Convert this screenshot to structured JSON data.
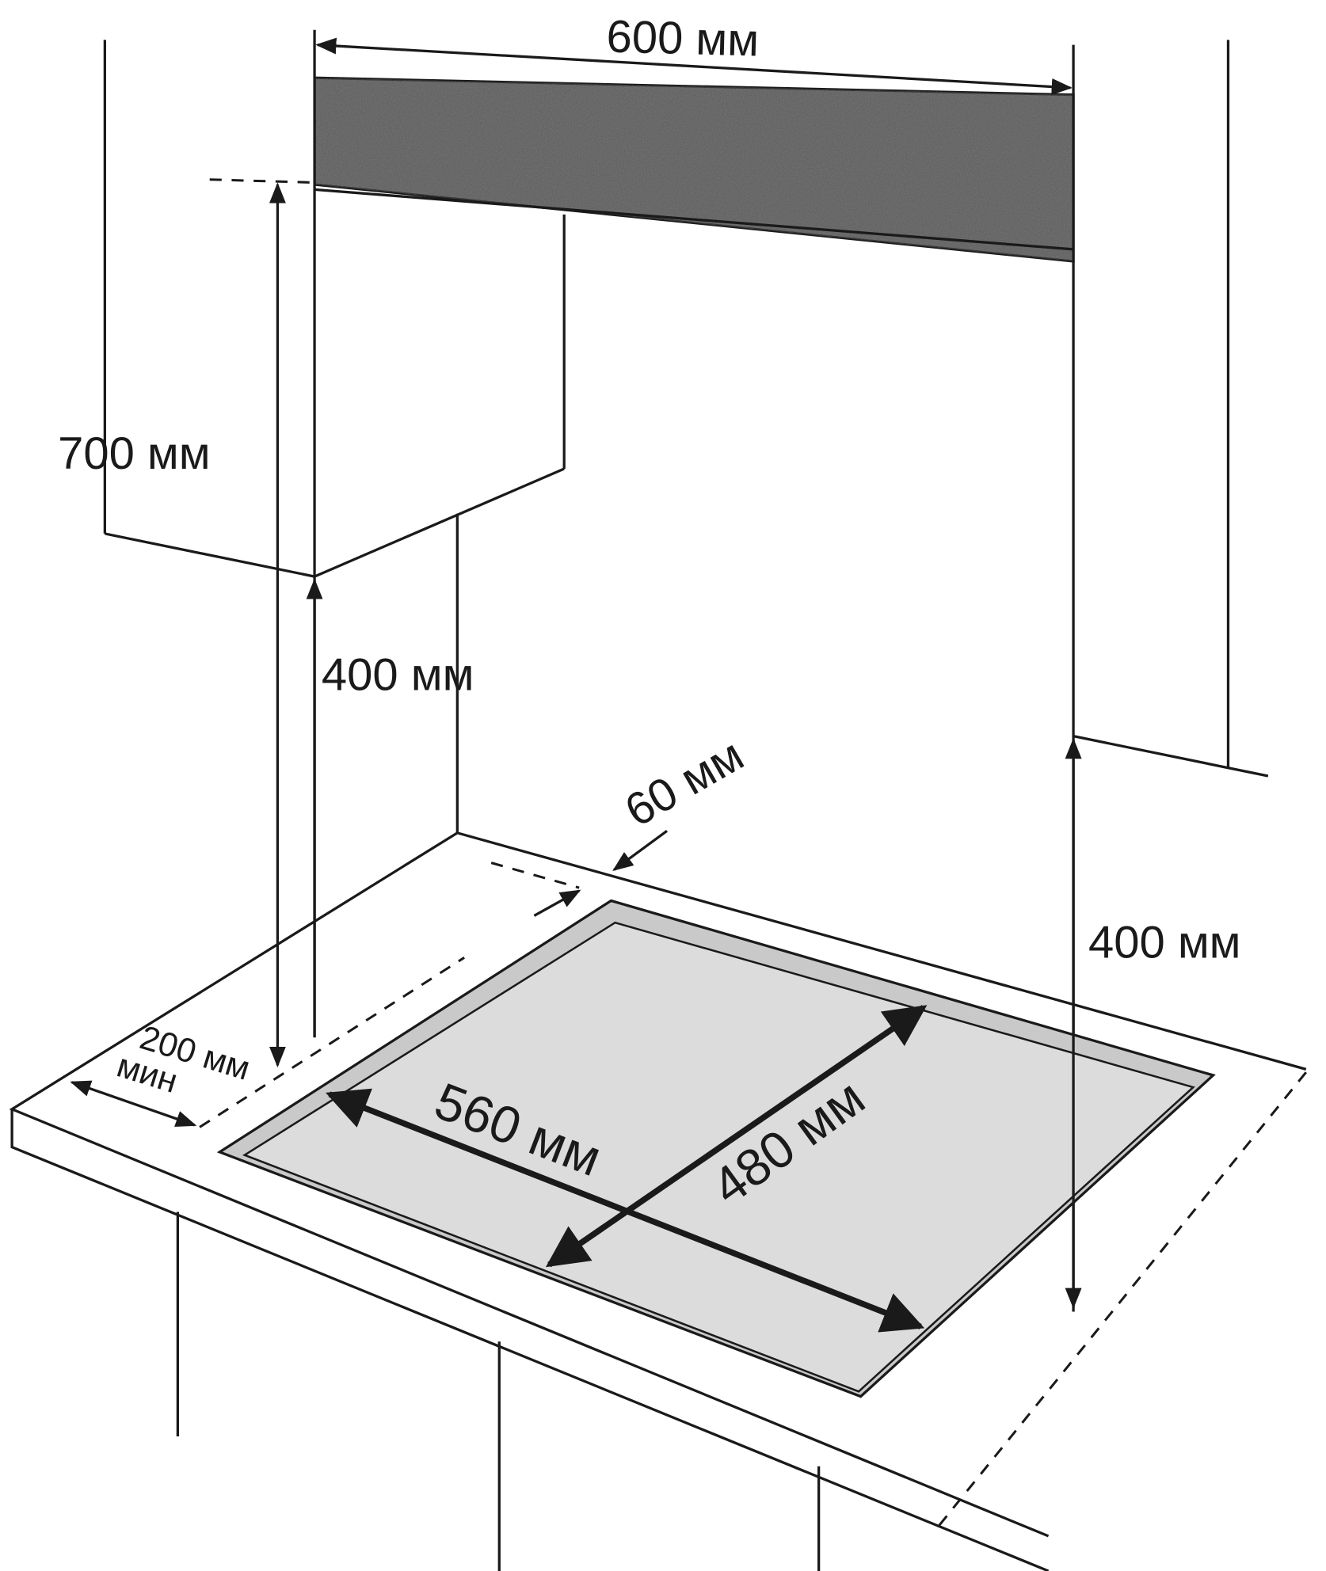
{
  "labels": {
    "hood_width": "600 мм",
    "hood_height": "700 мм",
    "cabinet_left_clearance": "400 мм",
    "cabinet_right_clearance": "400 мм",
    "back_distance": "60 мм",
    "side_distance": "200 мм",
    "side_distance_note": "мин",
    "cutout_width": "560 мм",
    "cutout_depth": "480 мм"
  },
  "colors": {
    "hood": "#5a5a5a",
    "cutout": "#dcdcdc",
    "line": "#1a1a1a"
  }
}
